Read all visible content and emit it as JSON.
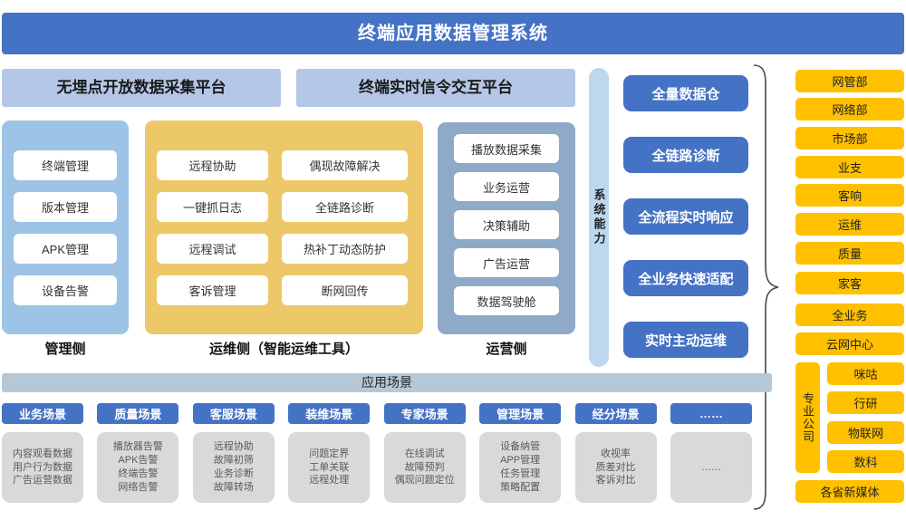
{
  "title": "终端应用数据管理系统",
  "platform_headers": [
    "无埋点开放数据采集平台",
    "终端实时信令交互平台"
  ],
  "management": {
    "label": "管理侧",
    "items": [
      "终端管理",
      "版本管理",
      "APK管理",
      "设备告警"
    ]
  },
  "maintenance": {
    "label": "运维侧（智能运维工具）",
    "col_a": [
      "远程协助",
      "一键抓日志",
      "远程调试",
      "客诉管理"
    ],
    "col_b": [
      "偶现故障解决",
      "全链路诊断",
      "热补丁动态防护",
      "断网回传"
    ]
  },
  "operation": {
    "label": "运营侧",
    "items": [
      "播放数据采集",
      "业务运营",
      "决策辅助",
      "广告运营",
      "数据驾驶舱"
    ]
  },
  "system_capability": {
    "label": "系统能力",
    "buttons": [
      "全量数据仓",
      "全链路诊断",
      "全流程实时响应",
      "全业务快速适配",
      "实时主动运维"
    ]
  },
  "org_panel": {
    "departments": [
      "网管部",
      "网络部",
      "市场部",
      "业支",
      "客响",
      "运维",
      "质量",
      "家客",
      "全业务",
      "云网中心"
    ],
    "group_label": "专业公司",
    "group_items": [
      "咪咕",
      "行研",
      "物联网",
      "数科"
    ],
    "footer": "各省新媒体"
  },
  "app_scenarios": {
    "bar_label": "应用场景",
    "items": [
      {
        "label": "业务场景",
        "details": "内容观看数据\n用户行为数据\n广告运营数据"
      },
      {
        "label": "质量场景",
        "details": "播放器告警\nAPK告警\n终端告警\n网络告警"
      },
      {
        "label": "客服场景",
        "details": "远程协助\n故障初筛\n业务诊断\n故障转场"
      },
      {
        "label": "装维场景",
        "details": "问题定界\n工单关联\n远程处理"
      },
      {
        "label": "专家场景",
        "details": "在线调试\n故障预判\n偶现问题定位"
      },
      {
        "label": "管理场景",
        "details": "设备纳管\nAPP管理\n任务管理\n策略配置"
      },
      {
        "label": "经分场景",
        "details": "收视率\n质差对比\n客诉对比"
      },
      {
        "label": "……",
        "details": "……"
      }
    ]
  },
  "colors": {
    "banner_blue": "#4472c4",
    "header_light_blue": "#b4c7e7",
    "management_blue": "#9dc3e6",
    "maintenance_gold": "#ecc869",
    "operation_steel": "#8fa9c9",
    "capability_bar_blue": "#bdd7ee",
    "org_orange": "#ffc000",
    "scenario_bar_blue": "#b6c8d6",
    "detail_gray": "#d9d9d9"
  }
}
